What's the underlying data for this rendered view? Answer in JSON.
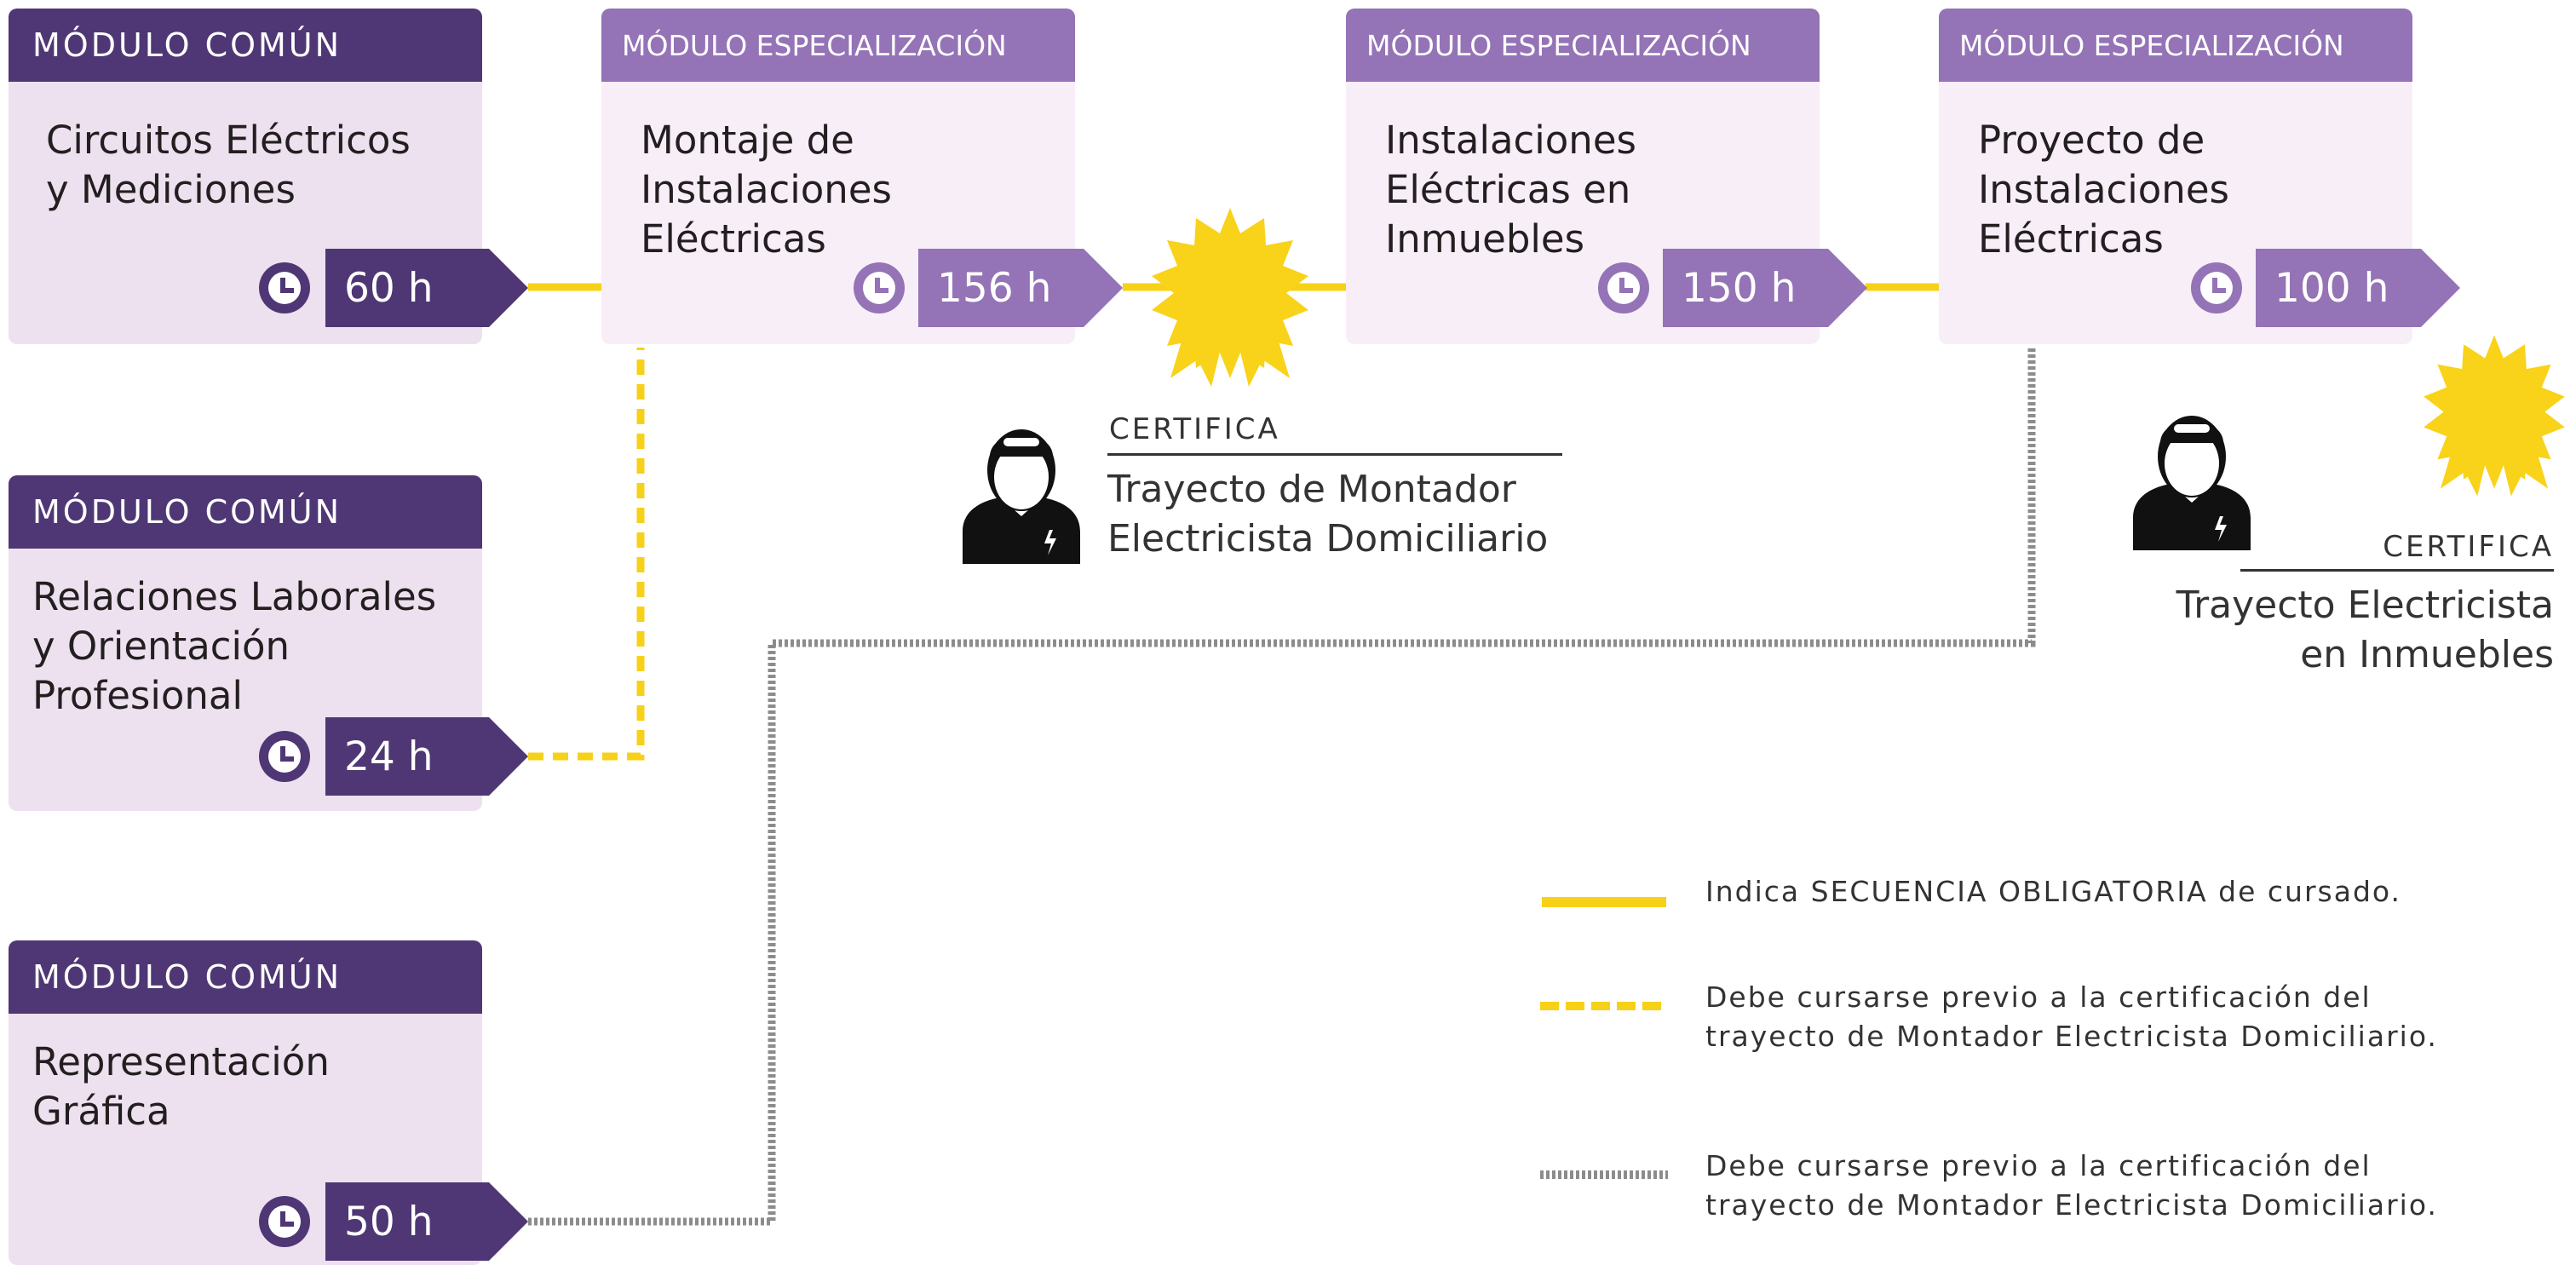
{
  "modules": {
    "circuitos": {
      "header": "MÓDULO COMÚN",
      "title": [
        "Circuitos Eléctricos",
        "y Mediciones"
      ],
      "hours": "60 h"
    },
    "relaciones": {
      "header": "MÓDULO COMÚN",
      "title": [
        "Relaciones Laborales",
        "y Orientación",
        "Profesional"
      ],
      "hours": "24 h"
    },
    "representacion": {
      "header": "MÓDULO COMÚN",
      "title": [
        "Representación",
        "Gráfica"
      ],
      "hours": "50 h"
    },
    "montaje": {
      "header": "MÓDULO ESPECIALIZACIÓN",
      "title": [
        "Montaje de",
        "Instalaciones",
        "Eléctricas"
      ],
      "hours": "156 h"
    },
    "instalaciones": {
      "header": "MÓDULO ESPECIALIZACIÓN",
      "title": [
        "Instalaciones",
        "Eléctricas en",
        "Inmuebles"
      ],
      "hours": "150 h"
    },
    "proyecto": {
      "header": "MÓDULO ESPECIALIZACIÓN",
      "title": [
        "Proyecto de",
        "Instalaciones",
        "Eléctricas"
      ],
      "hours": "100 h"
    }
  },
  "certificates": {
    "montador": {
      "label": "CERTIFICA",
      "name": [
        "Trayecto de Montador",
        "Electricista Domiciliario"
      ]
    },
    "inmuebles": {
      "label": "CERTIFICA",
      "name": [
        "Trayecto Electricista",
        "en Inmuebles"
      ]
    }
  },
  "legend": {
    "solid": [
      "Indica SECUENCIA OBLIGATORIA de cursado."
    ],
    "dashed_yellow": [
      "Debe cursarse previo a la certificación del",
      "trayecto de Montador Electricista Domiciliario."
    ],
    "dashed_gray": [
      "Debe cursarse previo a la certificación del",
      "trayecto de Montador Electricista Domiciliario."
    ]
  },
  "colors": {
    "common_header": "#4f3775",
    "spec_header": "#9473b6",
    "common_bg": "#ede1ef",
    "spec_bg": "#f8eef8",
    "sequence_line": "#f7d117",
    "prereq_gray": "#8c8c8c",
    "certificate_badge": "#f9d21a"
  }
}
